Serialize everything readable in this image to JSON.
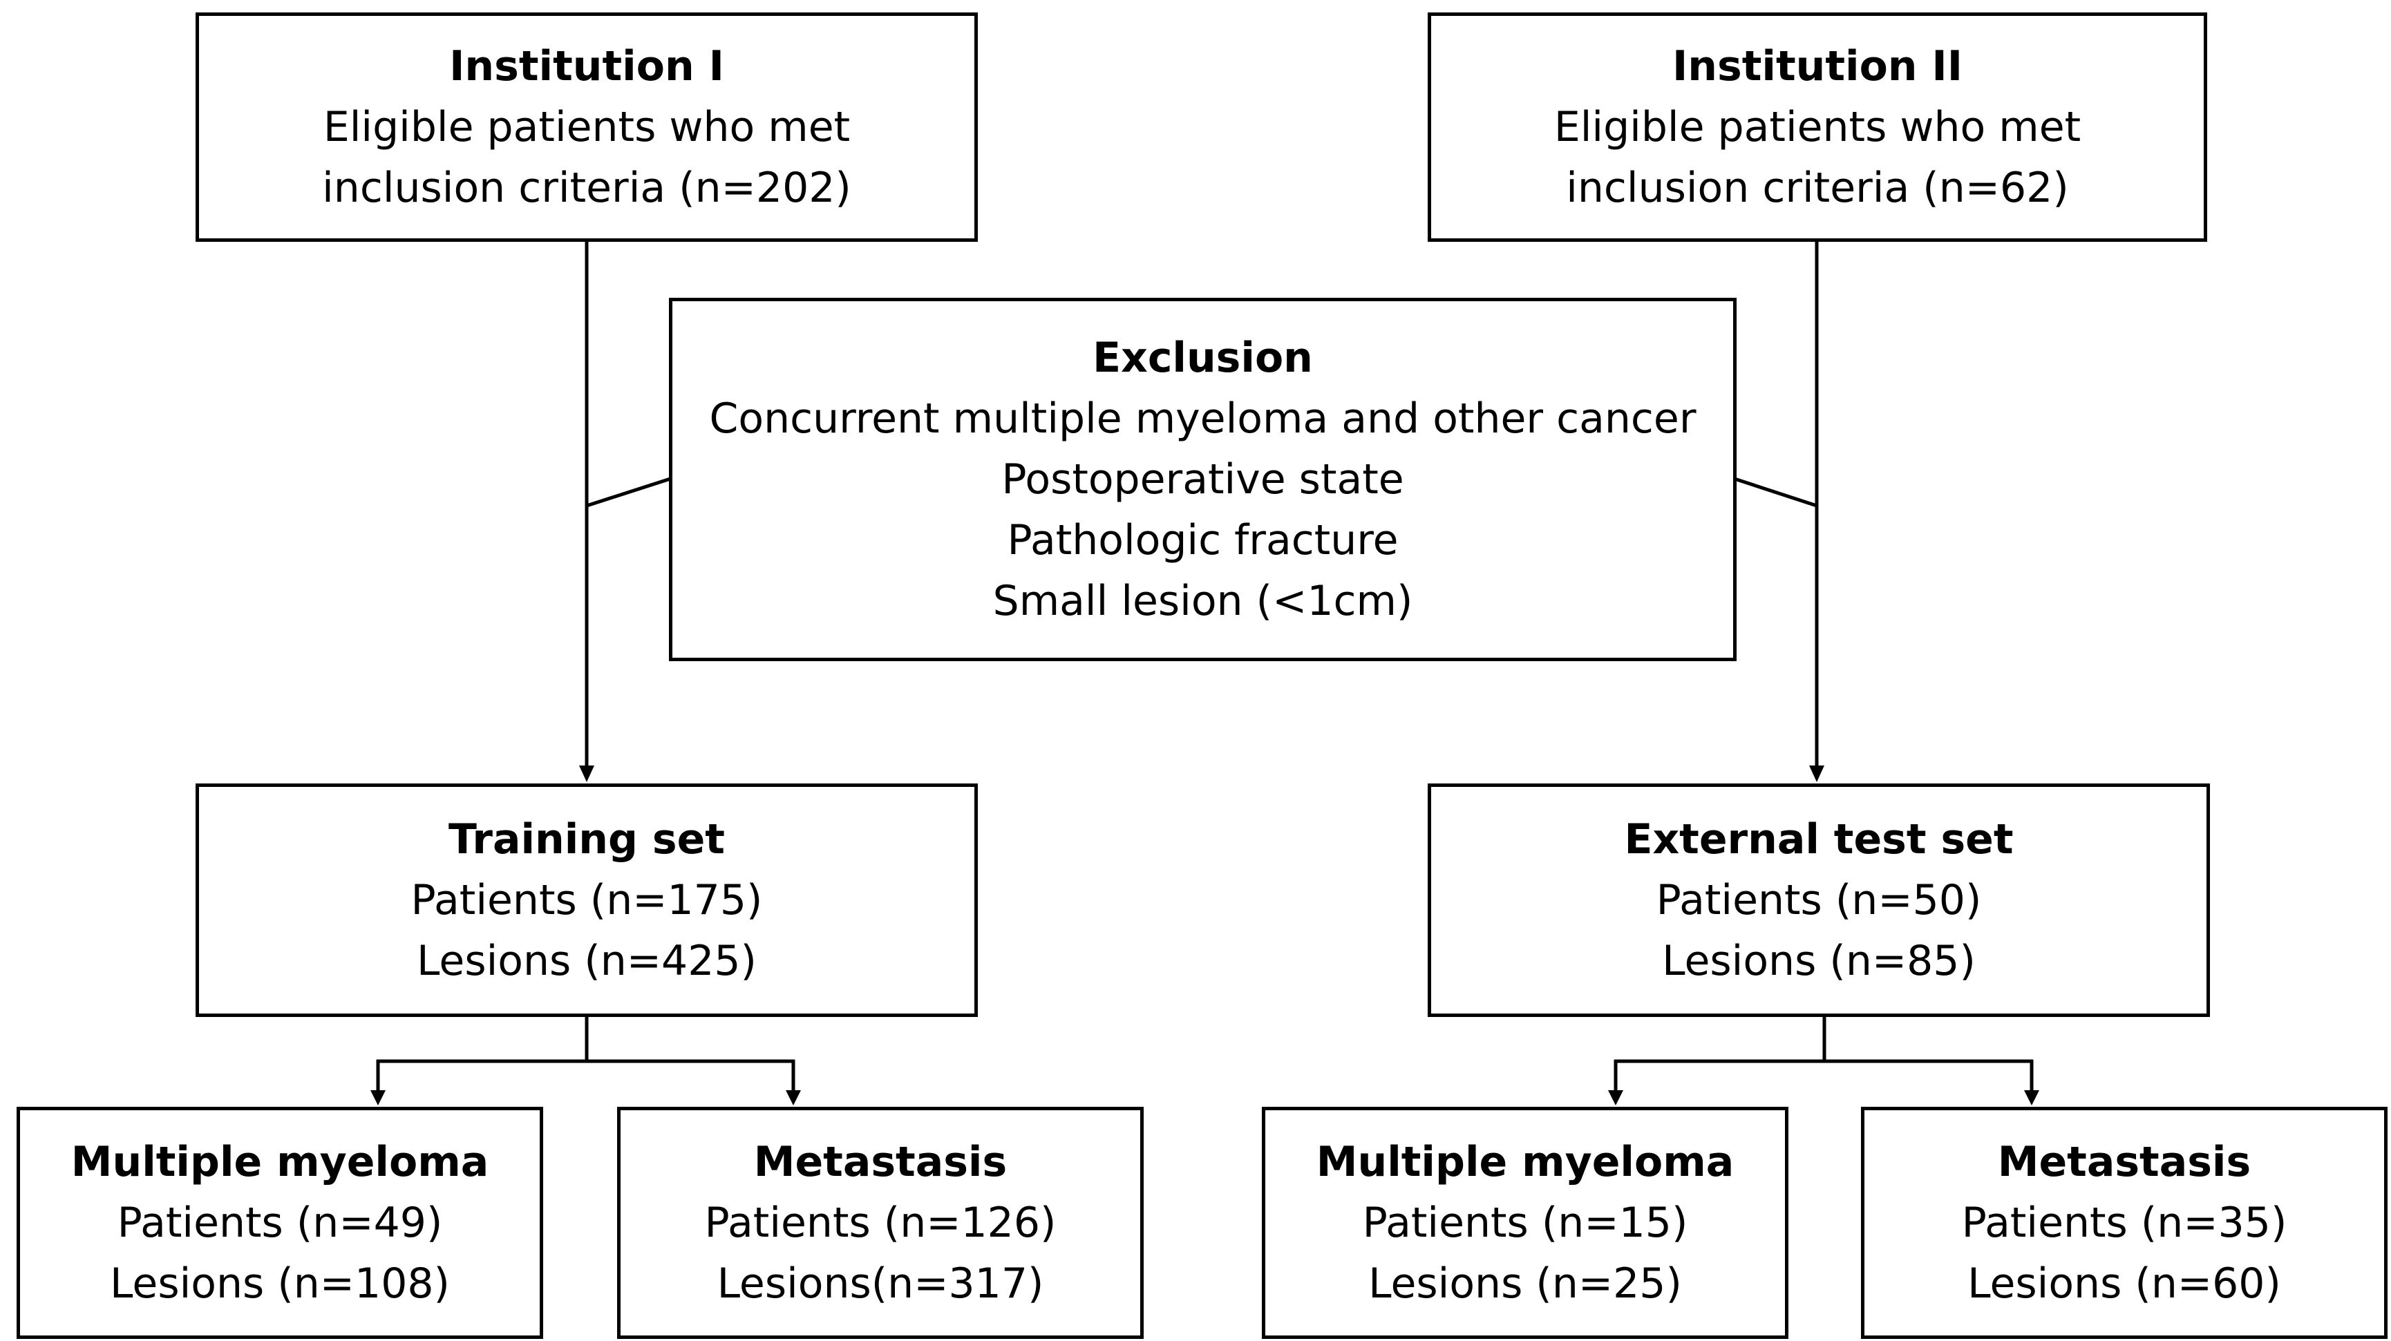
{
  "institution_1": {
    "title": "Institution I",
    "line1": "Eligible patients who met",
    "line2": "inclusion criteria (n=202)"
  },
  "institution_2": {
    "title": "Institution II",
    "line1": "Eligible patients who met",
    "line2": "inclusion criteria (n=62)"
  },
  "exclusion": {
    "title": "Exclusion",
    "criteria": [
      "Concurrent multiple myeloma and other cancer",
      "Postoperative state",
      "Pathologic fracture",
      "Small lesion (<1cm)"
    ]
  },
  "training_set": {
    "title": "Training set",
    "patients": "Patients (n=175)",
    "lesions": "Lesions (n=425)"
  },
  "external_test_set": {
    "title": "External test set",
    "patients": "Patients (n=50)",
    "lesions": "Lesions (n=85)"
  },
  "training_myeloma": {
    "title": "Multiple myeloma",
    "patients": "Patients (n=49)",
    "lesions": "Lesions (n=108)"
  },
  "training_metastasis": {
    "title": "Metastasis",
    "patients": "Patients (n=126)",
    "lesions": "Lesions(n=317)"
  },
  "test_myeloma": {
    "title": "Multiple myeloma",
    "patients": "Patients (n=15)",
    "lesions": "Lesions (n=25)"
  },
  "test_metastasis": {
    "title": "Metastasis",
    "patients": "Patients (n=35)",
    "lesions": "Lesions (n=60)"
  }
}
